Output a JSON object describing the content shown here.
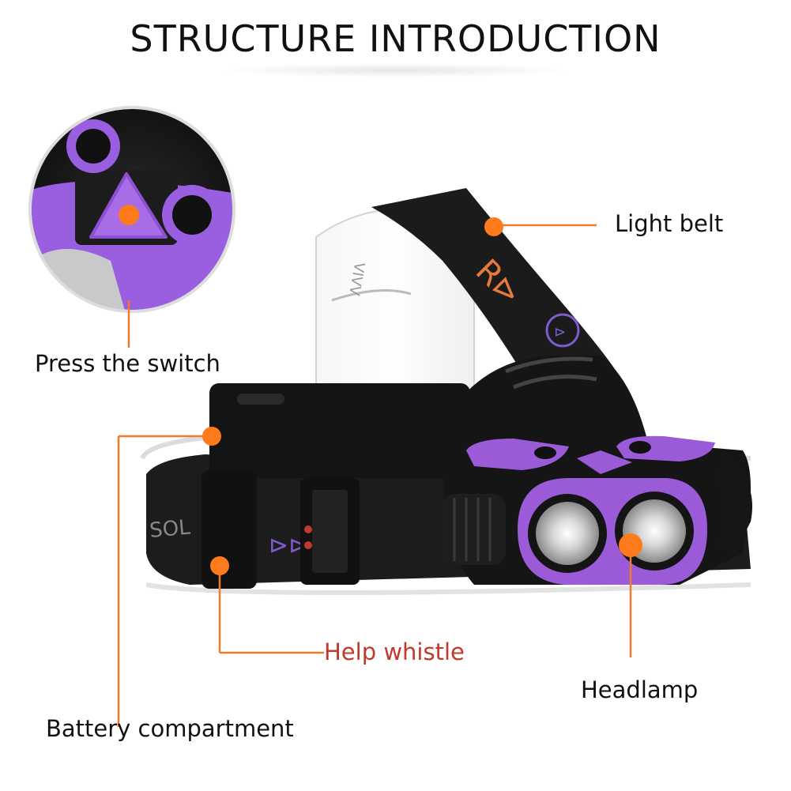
{
  "title": "STRUCTURE INTRODUCTION",
  "callouts": {
    "light_belt": "Light belt",
    "press_switch": "Press the switch",
    "help_whistle": "Help whistle",
    "headlamp": "Headlamp",
    "battery": "Battery compartment"
  },
  "colors": {
    "callout_line": "#f07b2a",
    "callout_dot": "#ff7a1a",
    "purple": "#9b5bd8",
    "help_whistle_text": "#c0392b",
    "text": "#111111"
  }
}
